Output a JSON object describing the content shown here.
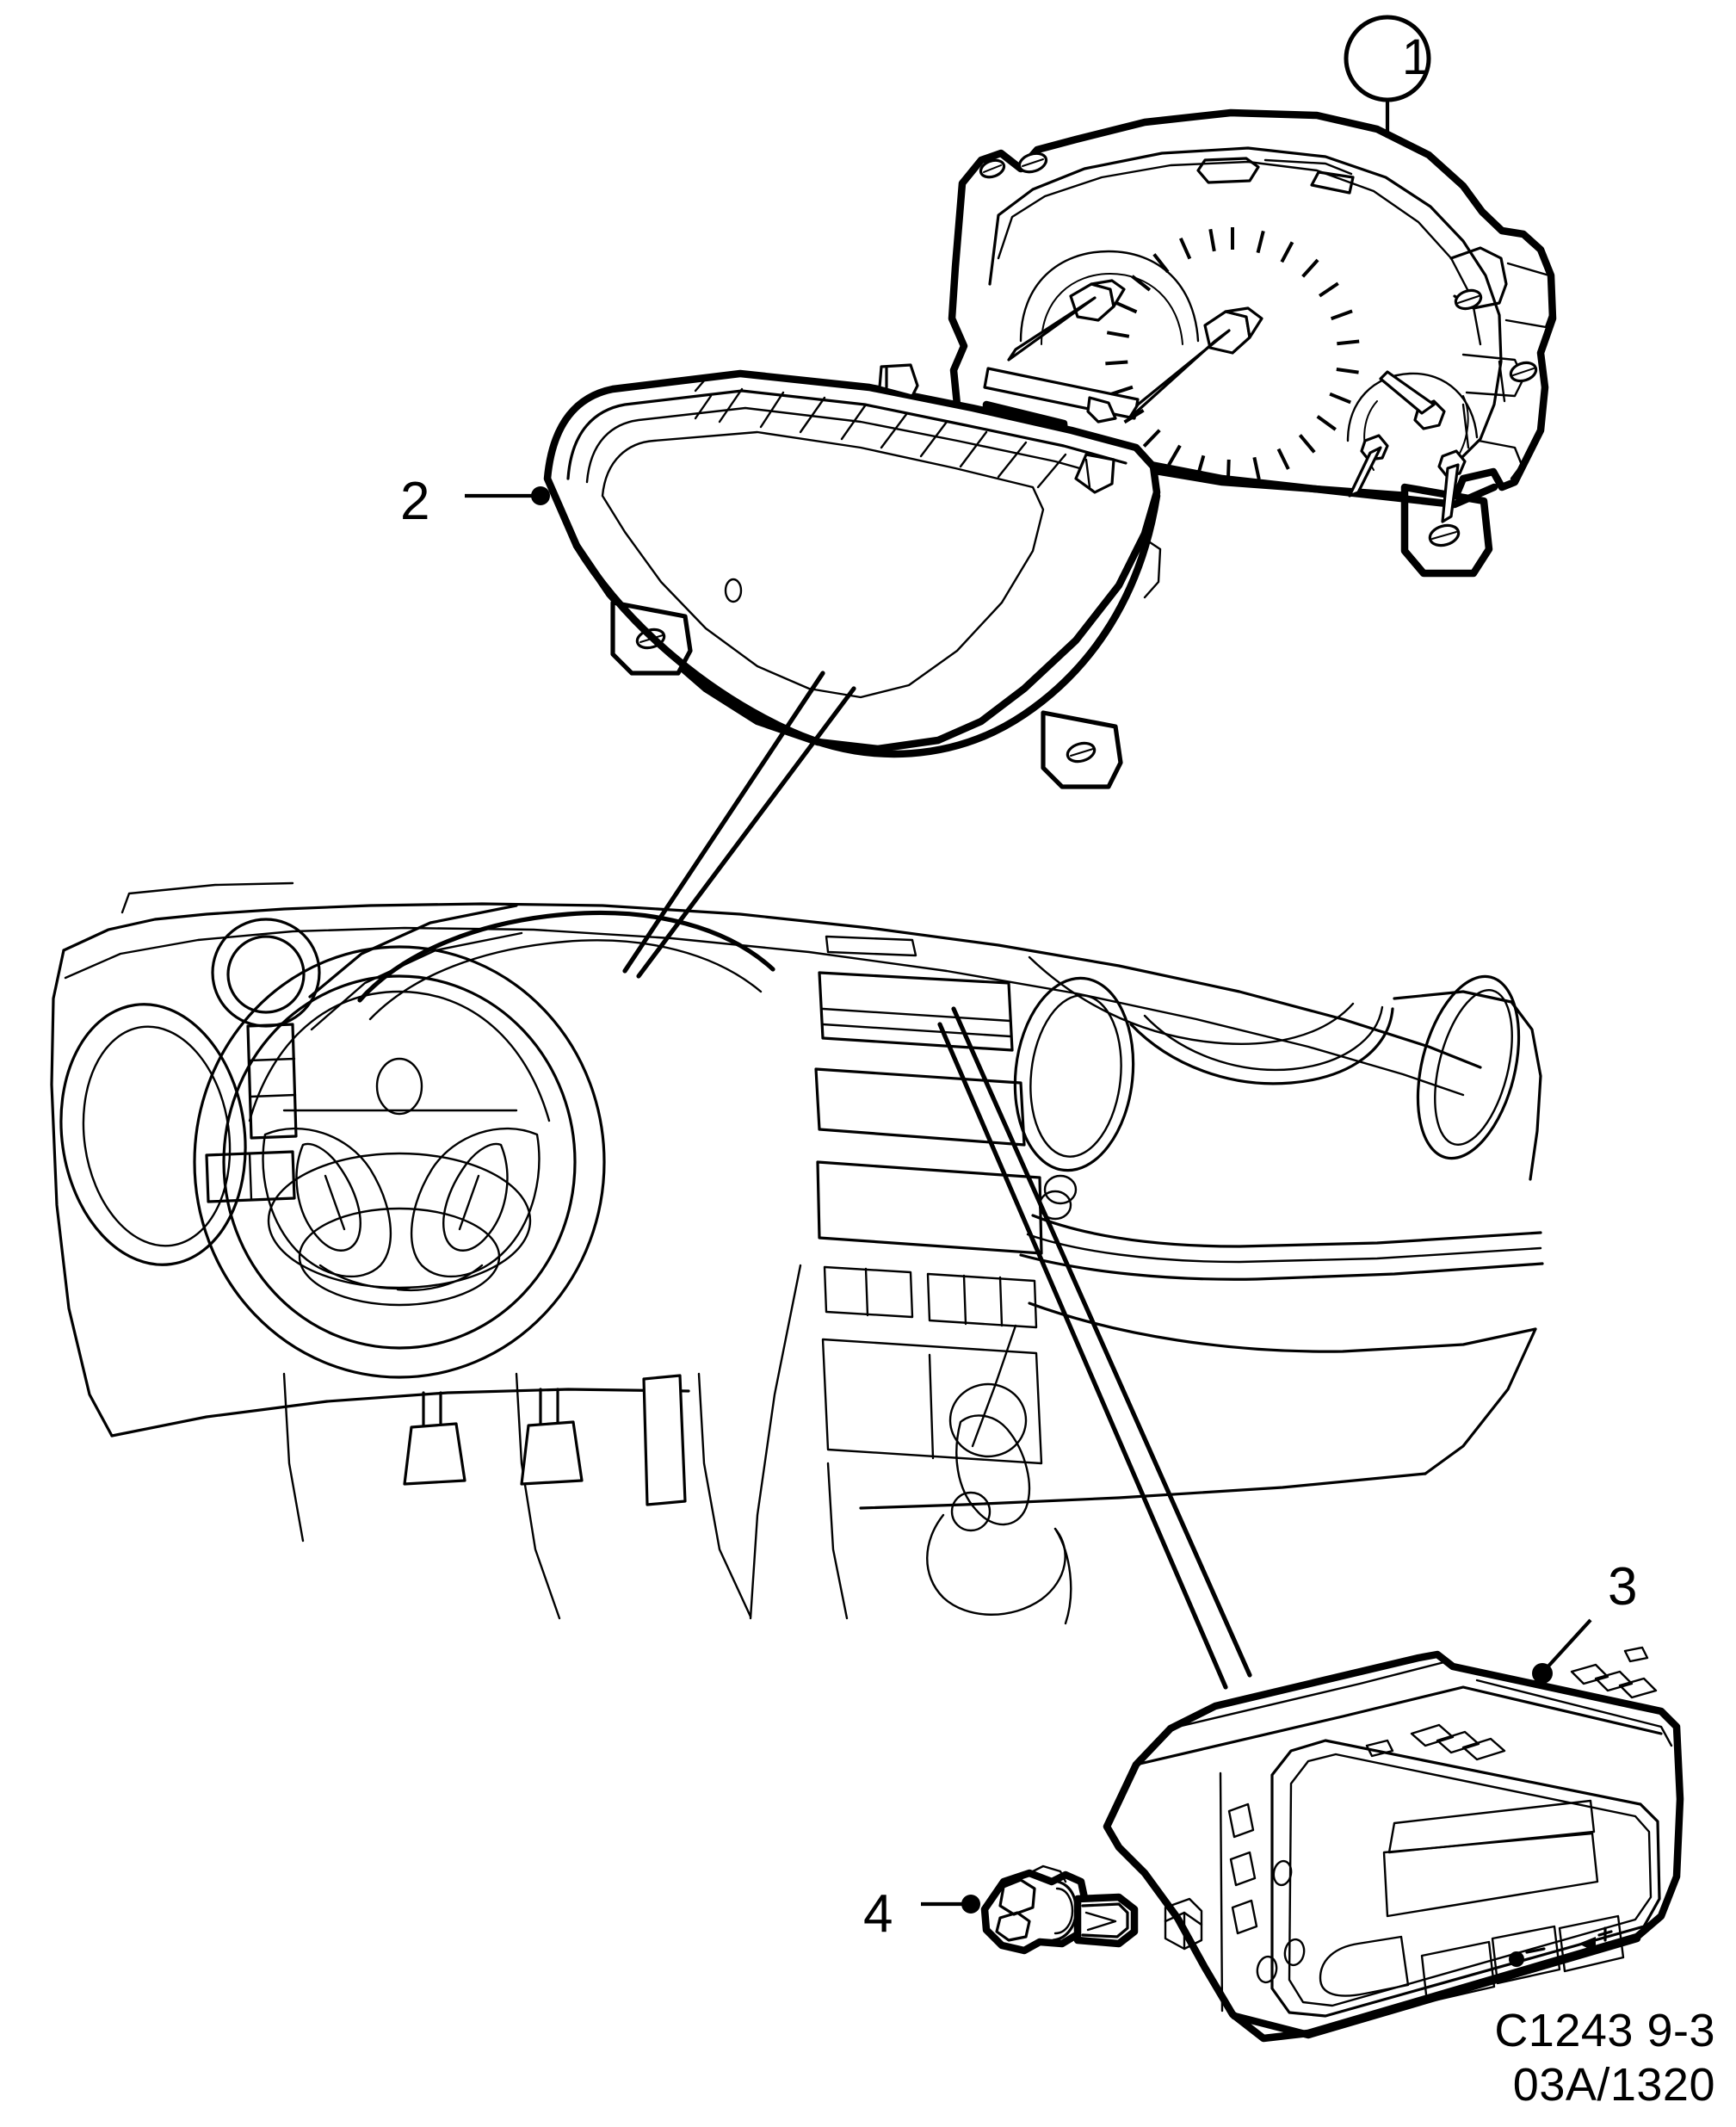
{
  "figure": {
    "type": "automotive-parts-exploded-diagram",
    "subject": "Instrument panel / instrument cluster assembly",
    "code_line_1": "C1243 9-3",
    "code_line_2": "03A/1320"
  },
  "callouts": [
    {
      "id": "1",
      "label": "1",
      "part": "instrument-cluster",
      "marker": "circled-number",
      "leader": "vertical-line-down"
    },
    {
      "id": "2",
      "label": "2",
      "part": "cluster-lens-cover",
      "marker": "plain-number",
      "leader": "horizontal-line-with-dot"
    },
    {
      "id": "3",
      "label": "3",
      "part": "climate-control-display-unit",
      "marker": "plain-number",
      "leader": "diagonal-line-with-dot"
    },
    {
      "id": "4",
      "label": "4",
      "part": "bulb-and-holder",
      "marker": "plain-number",
      "leader": "horizontal-line-with-dot"
    }
  ],
  "parts": {
    "instrument_cluster": {
      "name": "Instrument cluster",
      "gauges": [
        "tachometer",
        "speedometer",
        "fuel-gauge",
        "temperature-gauge"
      ],
      "speedometer_ticks": 26,
      "features": [
        "lcd-odometer-bar",
        "mounting-tabs",
        "screw-holes"
      ]
    },
    "cluster_lens": {
      "name": "Cluster lens / cover",
      "features": [
        "ribbed-upper-edge",
        "mounting-tabs",
        "locating-hole"
      ]
    },
    "dashboard": {
      "name": "Instrument panel assembly",
      "features": [
        "steering-wheel",
        "air-vents",
        "switch-bank",
        "headlamp-switch",
        "centre-console",
        "radio-aperture",
        "gear-lever",
        "pedals"
      ],
      "pedal_count": 3
    },
    "control_unit": {
      "name": "Automatic climate control / display unit",
      "features": [
        "fan-speed-symbol",
        "recirculation-symbol",
        "display-window",
        "rotary-control",
        "buttons"
      ]
    },
    "bulb": {
      "name": "Bulb and holder"
    }
  },
  "style": {
    "background": "#ffffff",
    "line_color": "#000000"
  }
}
